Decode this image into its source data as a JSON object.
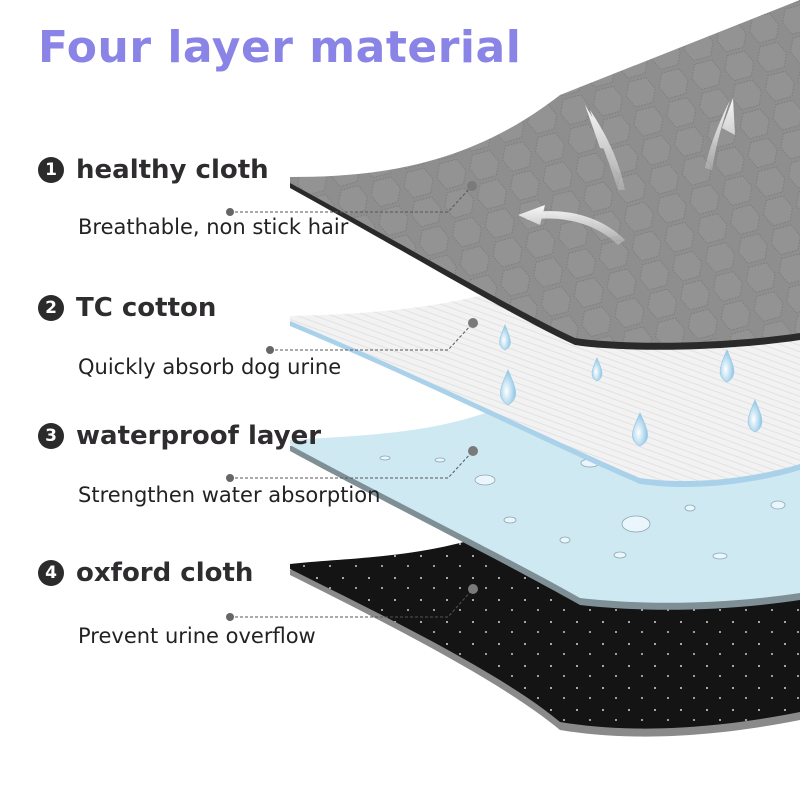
{
  "title": "Four layer material",
  "colors": {
    "title": "#8a84e6",
    "healthy_cloth": "#8e8e8e",
    "tc_cotton": "#f1f1f1",
    "waterproof_layer": "#cfe9f3",
    "oxford_cloth": "#161616",
    "edge_blue": "#a9d2ea"
  },
  "layers": [
    {
      "number": "1",
      "name": "healthy cloth",
      "description": "Breathable, non stick hair"
    },
    {
      "number": "2",
      "name": "TC cotton",
      "description": "Quickly absorb dog urine"
    },
    {
      "number": "3",
      "name": "waterproof layer",
      "description": "Strengthen water absorption"
    },
    {
      "number": "4",
      "name": "oxford cloth",
      "description": "Prevent urine overflow"
    }
  ]
}
